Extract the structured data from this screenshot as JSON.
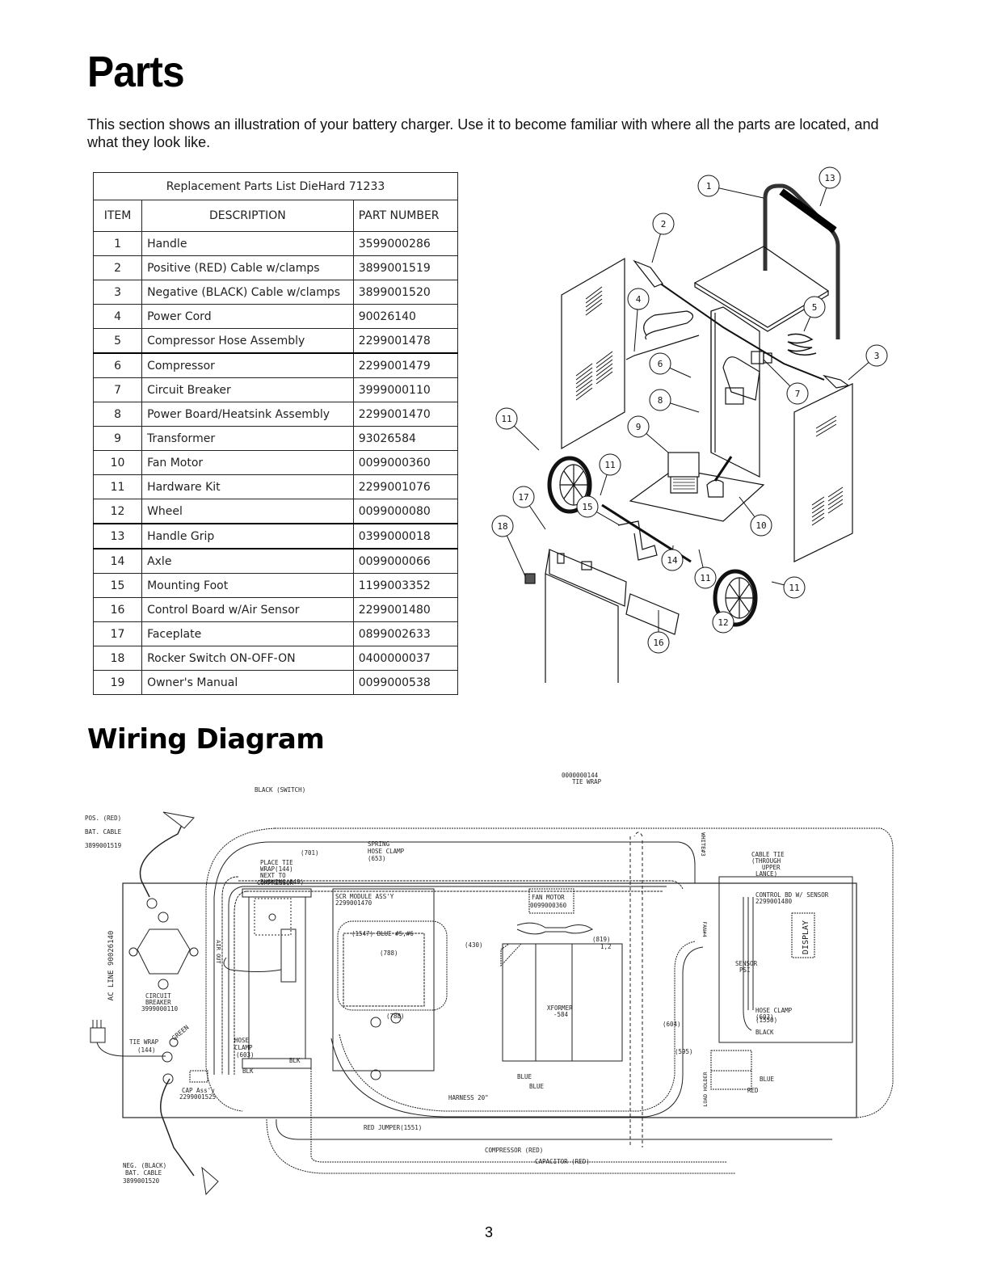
{
  "page": {
    "title": "Parts",
    "intro": "This section shows an illustration of your battery charger. Use it to become familiar with where all the parts are located, and what they look like.",
    "page_number": "3"
  },
  "parts_table": {
    "caption": "Replacement Parts List DieHard 71233",
    "headers": [
      "ITEM",
      "DESCRIPTION",
      "PART NUMBER"
    ],
    "rows": [
      {
        "item": "1",
        "description": "Handle",
        "part_number": "3599000286"
      },
      {
        "item": "2",
        "description": "Positive (RED) Cable w/clamps",
        "part_number": "3899001519"
      },
      {
        "item": "3",
        "description": "Negative (BLACK) Cable w/clamps",
        "part_number": "3899001520"
      },
      {
        "item": "4",
        "description": "Power Cord",
        "part_number": "90026140"
      },
      {
        "item": "5",
        "description": "Compressor Hose Assembly",
        "part_number": "2299001478"
      },
      {
        "item": "6",
        "description": "Compressor",
        "part_number": "2299001479"
      },
      {
        "item": "7",
        "description": "Circuit Breaker",
        "part_number": "3999000110"
      },
      {
        "item": "8",
        "description": "Power Board/Heatsink Assembly",
        "part_number": "2299001470"
      },
      {
        "item": "9",
        "description": "Transformer",
        "part_number": "93026584"
      },
      {
        "item": "10",
        "description": "Fan Motor",
        "part_number": "0099000360"
      },
      {
        "item": "11",
        "description": "Hardware Kit",
        "part_number": "2299001076"
      },
      {
        "item": "12",
        "description": "Wheel",
        "part_number": "0099000080"
      },
      {
        "item": "13",
        "description": "Handle Grip",
        "part_number": "0399000018"
      },
      {
        "item": "14",
        "description": "Axle",
        "part_number": "0099000066"
      },
      {
        "item": "15",
        "description": "Mounting Foot",
        "part_number": "1199003352"
      },
      {
        "item": "16",
        "description": "Control Board w/Air Sensor",
        "part_number": "2299001480"
      },
      {
        "item": "17",
        "description": "Faceplate",
        "part_number": "0899002633"
      },
      {
        "item": "18",
        "description": "Rocker Switch ON-OFF-ON",
        "part_number": "0400000037"
      },
      {
        "item": "19",
        "description": "Owner's Manual",
        "part_number": "0099000538"
      }
    ]
  },
  "exploded_view": {
    "callouts": [
      "1",
      "13",
      "2",
      "4",
      "5",
      "3",
      "6",
      "7",
      "8",
      "11",
      "9",
      "11",
      "17",
      "15",
      "18",
      "10",
      "14",
      "11",
      "11",
      "12",
      "16"
    ]
  },
  "wiring": {
    "title": "Wiring Diagram",
    "labels": {
      "black_switch": "BLACK (SWITCH)",
      "tie_wrap_pn": "0000000144",
      "tie_wrap": "TIE WRAP",
      "pos_cable_1": "POS. (RED)",
      "pos_cable_2": "BAT. CABLE",
      "pos_cable_3": "3899001519",
      "w701": "(701)",
      "spring_1": "SPRING",
      "spring_2": "HOSE CLAMP",
      "spring_3": "(653)",
      "white43": "WHITE#3",
      "cable_tie_1": "CABLE TIE",
      "cable_tie_2": "(THROUGH",
      "cable_tie_3": "UPPER",
      "cable_tie_4": "LANCE)",
      "place_tie_1": "PLACE TIE",
      "place_tie_2": "WRAP(144)",
      "place_tie_3": "NEXT TO",
      "place_tie_4": "BUSHING(049)",
      "scr_1": "SCR MODULE ASS'Y",
      "scr_2": "2299001470",
      "compressor": "COMPRESSOR",
      "fan_1": "FAN MOTOR",
      "fan_2": "0099000360",
      "control_1": "CONTROL BD W/ SENSOR",
      "control_2": "2299001480",
      "display": "DISPLAY",
      "blue1547": "(1547) BLUE #5,#6",
      "w788a": "(788)",
      "w788b": "(788)",
      "w430": "(430)",
      "w819": "(819)",
      "w819b": "1,2",
      "xformer_1": "XFORMER",
      "xformer_2": "-584",
      "ac_line": "AC LINE 90026140",
      "breaker_1": "CIRCUIT",
      "breaker_2": "BREAKER",
      "breaker_3": "3999000110",
      "air_out": "AIR OUT",
      "sensor_1": "SENSOR",
      "sensor_2": "PSI",
      "hose_clamp_r1": "HOSE CLAMP",
      "hose_clamp_r2": "(603)",
      "green": "GREEN",
      "tie_wrap_144_1": "TIE WRAP",
      "tie_wrap_144_2": "(144)",
      "hose_clamp_l1": "HOSE",
      "hose_clamp_l2": "CLAMP",
      "hose_clamp_l3": "(603)",
      "blk1": "BLK",
      "blk2": "BLK",
      "cap_1": "CAP Ass'y",
      "cap_2": "2299001525",
      "w604": "(604)",
      "w595": "(595)",
      "w1550": "(1550)",
      "black": "BLACK",
      "blue": "BLUE",
      "red": "RED",
      "blue_a": "BLUE",
      "blue_b": "BLUE",
      "harness": "HARNESS 20\"",
      "load_holder": "LOAD HOLDER",
      "red_jumper": "RED JUMPER(1551)",
      "comp_red": "COMPRESSOR (RED)",
      "cap_red": "CAPACITOR (RED)",
      "neg_1": "NEG. (BLACK)",
      "neg_2": "BAT. CABLE",
      "neg_3": "3899001520",
      "fan_v": "FAN#4"
    }
  }
}
